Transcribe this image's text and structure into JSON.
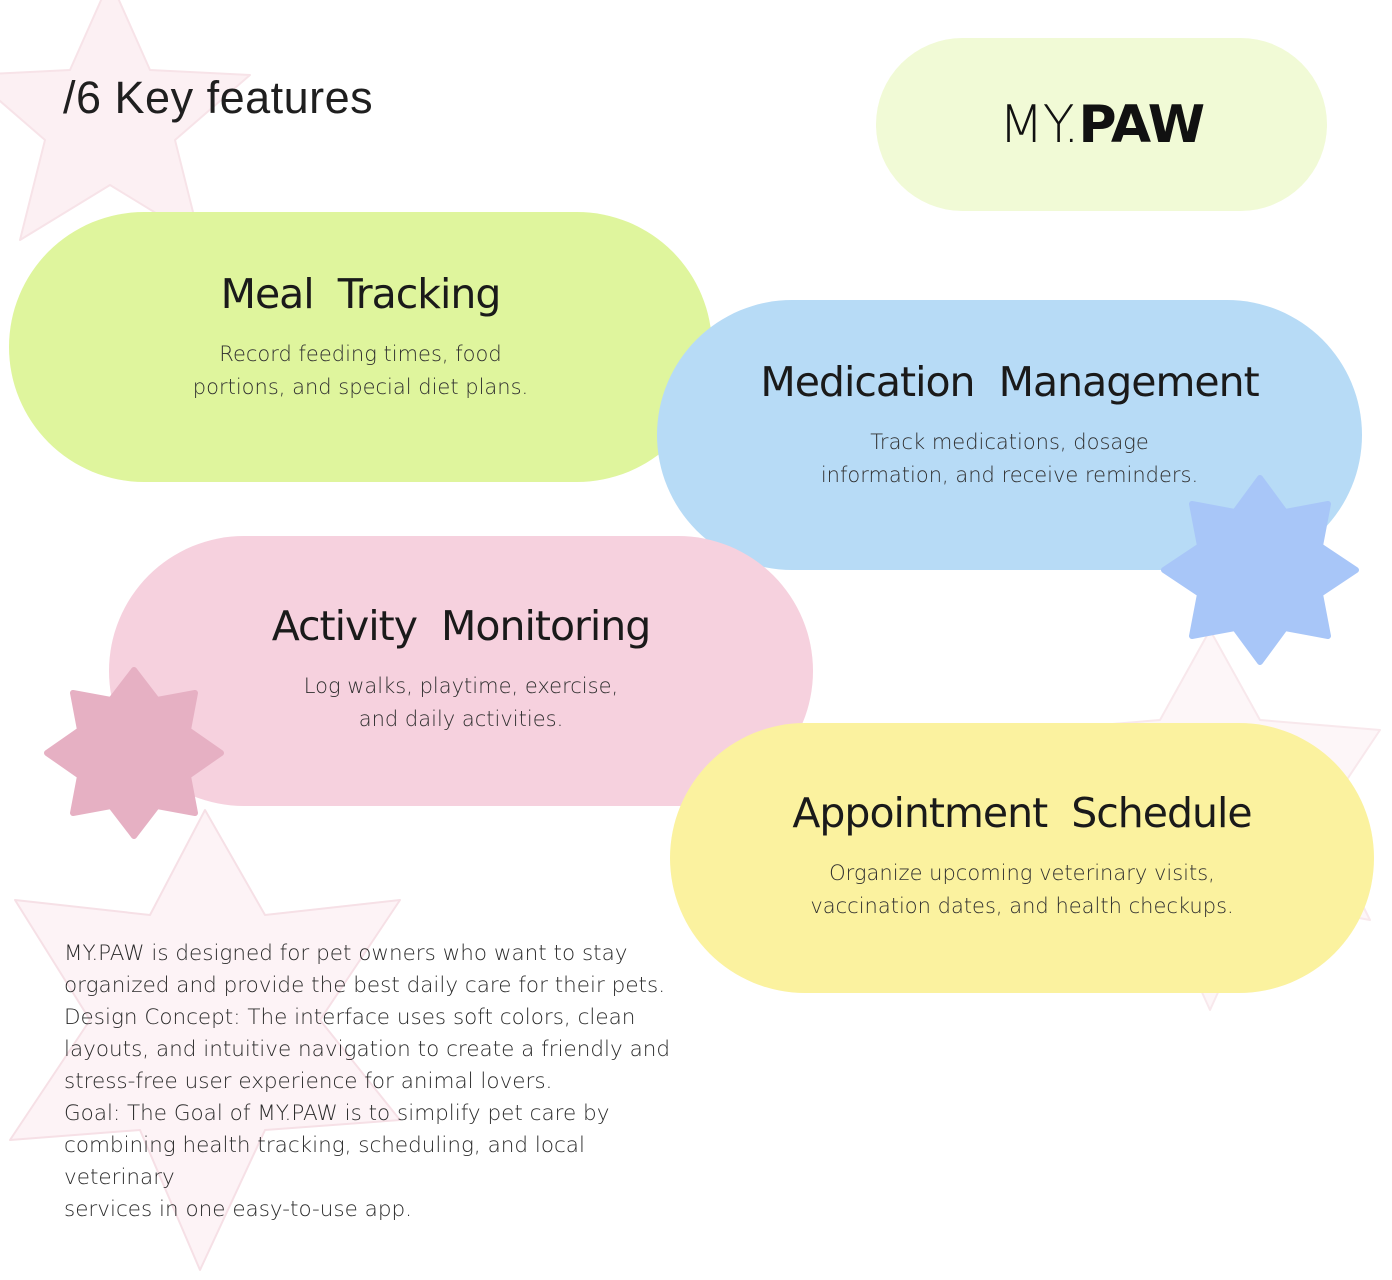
{
  "header": {
    "section_title": "/6 Key features",
    "logo_light": "MY.",
    "logo_bold": "PAW"
  },
  "features": [
    {
      "title": "Meal  Tracking",
      "desc_line1": "Record feeding times, food",
      "desc_line2": "portions, and special diet plans.",
      "color": "#dff59d"
    },
    {
      "title": "Medication  Management",
      "desc_line1": "Track medications, dosage",
      "desc_line2": "information, and receive reminders.",
      "color": "#b7dbf6"
    },
    {
      "title": "Activity  Monitoring",
      "desc_line1": "Log walks, playtime, exercise,",
      "desc_line2": "and daily activities.",
      "color": "#f6d1de"
    },
    {
      "title": "Appointment  Schedule",
      "desc_line1": "Organize upcoming veterinary visits,",
      "desc_line2": "vaccination dates, and health checkups.",
      "color": "#fbf29f"
    }
  ],
  "description": {
    "lines": [
      "MY.PAW is designed for pet owners who want to stay",
      "organized and provide the best daily care for their pets.",
      "Design Concept: The interface uses soft colors, clean",
      "layouts, and intuitive navigation to create a friendly and",
      "stress-free user experience for animal lovers.",
      "Goal: The Goal of MY.PAW is to simplify pet care by",
      "combining health tracking, scheduling, and local veterinary",
      "services in one easy-to-use app."
    ]
  },
  "colors": {
    "blue_star": "#a8c6f8",
    "pink_star": "#e6b0c3",
    "bg_star": "#fcf0f3"
  }
}
